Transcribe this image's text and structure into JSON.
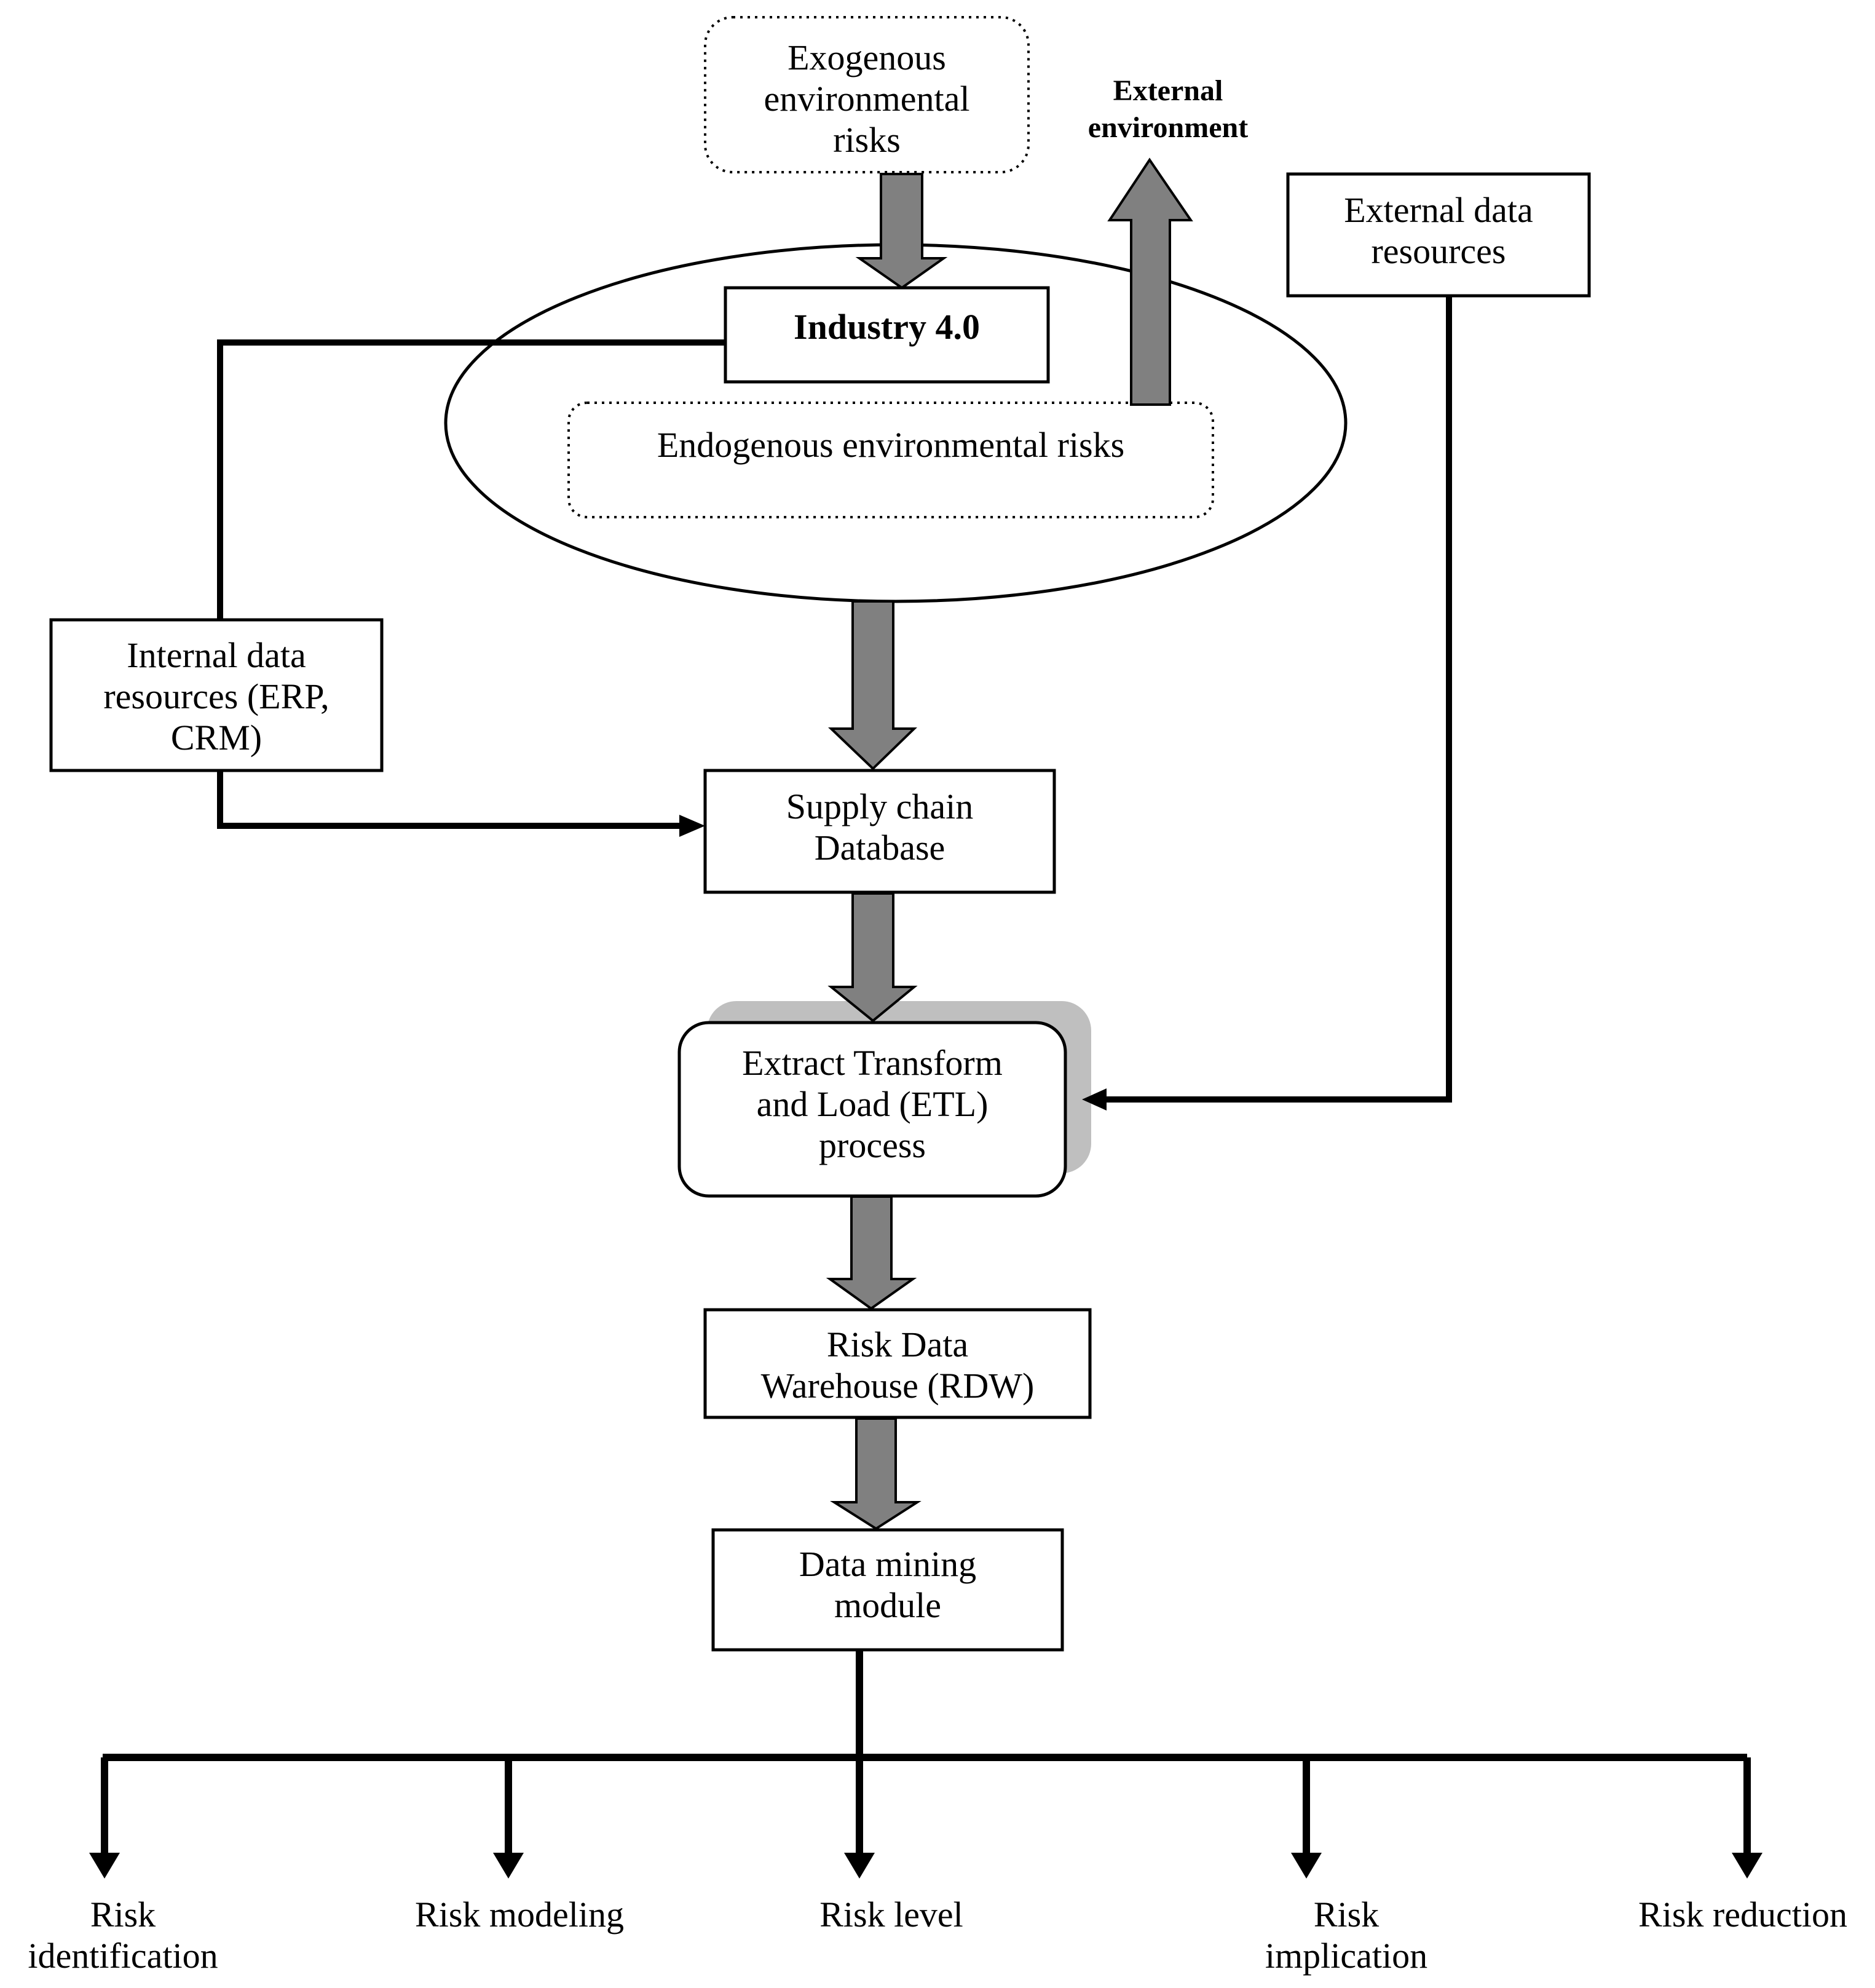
{
  "nodes": {
    "exogenous": "Exogenous\nenvironmental\nrisks",
    "external_environment": "External\nenvironment",
    "external_data": "External  data\nresources",
    "industry": "Industry 4.0",
    "endogenous": "Endogenous environmental risks",
    "internal_data": "Internal data\nresources (ERP,\nCRM)",
    "supply_chain_db": "Supply chain\nDatabase",
    "etl": "Extract Transform\nand Load (ETL)\nprocess",
    "rdw": "Risk Data\nWarehouse (RDW)",
    "data_mining": "Data mining\nmodule"
  },
  "outputs": {
    "risk_identification": "Risk\nidentification",
    "risk_modeling": "Risk modeling",
    "risk_level": "Risk level",
    "risk_implication": "Risk\nimplication",
    "risk_reduction": "Risk reduction"
  },
  "colors": {
    "arrow_fill": "#808080",
    "etl_shadow": "#bfbfbf",
    "stroke": "#000000"
  }
}
